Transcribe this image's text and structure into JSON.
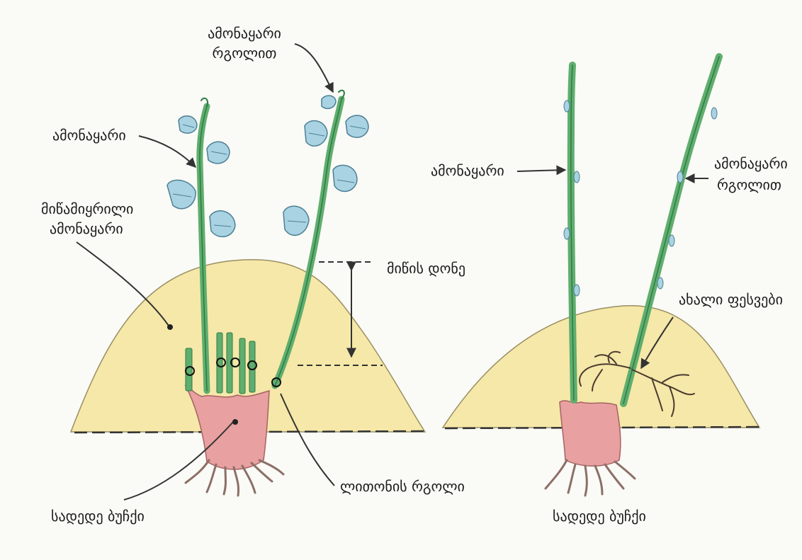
{
  "colors": {
    "background": "#fafaf6",
    "soil_mound": "#f5e8a8",
    "soil_edge": "#9a8f63",
    "stem": "#5fae6e",
    "stem_dark": "#2f7a46",
    "leaf": "#a9d3e2",
    "leaf_edge": "#4d7f96",
    "crown": "#e8a0a0",
    "crown_edge": "#a56363",
    "roots": "#8c6f66",
    "new_roots": "#4a3a30"
  },
  "icons": [
    "wire-ring-icon",
    "dimension-arrow-icon",
    "leader-arrow-icon"
  ],
  "left_panel": {
    "labels": {
      "shoot_top": "ამონაყარი",
      "shoot_ringed_top_line1": "ამონაყარი",
      "shoot_ringed_top_line2": "რგოლით",
      "earthed_shoot_line1": "მიწამიყრილი",
      "earthed_shoot_line2": "ამონაყარი",
      "soil_level": "მიწის დონე",
      "wire_ring": "ლითონის რგოლი",
      "mother_bush": "სადედე ბუჩქი"
    }
  },
  "right_panel": {
    "labels": {
      "shoot": "ამონაყარი",
      "shoot_ringed_line1": "ამონაყარი",
      "shoot_ringed_line2": "რგოლით",
      "new_roots": "ახალი ფესვები",
      "mother_bush": "სადედე ბუჩქი"
    }
  }
}
